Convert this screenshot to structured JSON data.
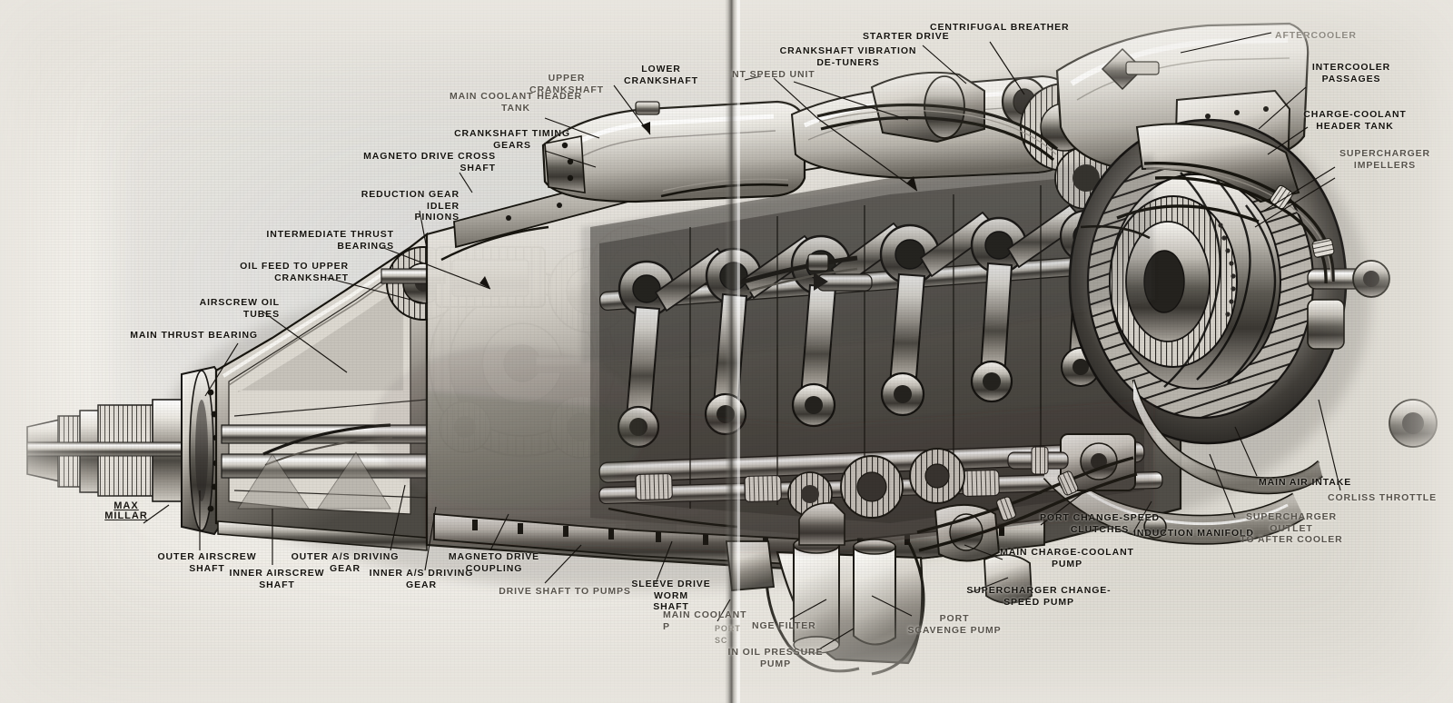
{
  "illustration": {
    "kind": "technical-cutaway",
    "subject": "24-cylinder H-form sleeve-valve aero engine cutaway",
    "artist_signature": "MAX\nMILLAR",
    "medium": "monochrome airbrush and ink cutaway drawing",
    "page_spread": "two-page scan with central gutter seam"
  },
  "callouts": {
    "top_left": [
      {
        "id": "upper-crankshaft",
        "text": "UPPER CRANKSHAFT"
      },
      {
        "id": "lower-crankshaft",
        "text": "LOWER CRANKSHAFT"
      },
      {
        "id": "main-coolant-header-tank",
        "text": "MAIN COOLANT HEADER\nTANK"
      },
      {
        "id": "crankshaft-timing-gears",
        "text": "CRANKSHAFT TIMING\nGEARS"
      },
      {
        "id": "magneto-drive-cross-shaft",
        "text": "MAGNETO DRIVE CROSS\nSHAFT"
      },
      {
        "id": "reduction-gear-idler-pinions",
        "text": "REDUCTION GEAR IDLER\nPINIONS"
      },
      {
        "id": "intermediate-thrust-bearings",
        "text": "INTERMEDIATE THRUST\nBEARINGS"
      },
      {
        "id": "oil-feed-to-upper-crankshaft",
        "text": "OIL FEED TO UPPER\nCRANKSHAFT"
      },
      {
        "id": "airscrew-oil-tubes",
        "text": "AIRSCREW OIL TUBES"
      },
      {
        "id": "main-thrust-bearing",
        "text": "MAIN THRUST BEARING"
      }
    ],
    "top_right": [
      {
        "id": "constant-speed-unit",
        "text": "NT SPEED UNIT"
      },
      {
        "id": "crankshaft-vibration-de-tuners",
        "text": "CRANKSHAFT VIBRATION\nDE-TUNERS"
      },
      {
        "id": "starter-drive",
        "text": "STARTER DRIVE"
      },
      {
        "id": "centrifugal-breather",
        "text": "CENTRIFUGAL BREATHER"
      },
      {
        "id": "aftercooler",
        "text": "AFTERCOOLER"
      },
      {
        "id": "intercooler-passages",
        "text": "INTERCOOLER\nPASSAGES"
      },
      {
        "id": "charge-coolant-header-tank",
        "text": "CHARGE-COOLANT\nHEADER TANK"
      },
      {
        "id": "supercharger-impellers",
        "text": "SUPERCHARGER\nIMPELLERS"
      }
    ],
    "bottom_left": [
      {
        "id": "outer-airscrew-shaft",
        "text": "OUTER AIRSCREW SHAFT"
      },
      {
        "id": "inner-airscrew-shaft",
        "text": "INNER AIRSCREW SHAFT"
      },
      {
        "id": "outer-as-driving-gear",
        "text": "OUTER A/S DRIVING GEAR"
      },
      {
        "id": "inner-as-driving-gear",
        "text": "INNER A/S DRIVING GEAR"
      },
      {
        "id": "magneto-drive-coupling",
        "text": "MAGNETO DRIVE COUPLING"
      },
      {
        "id": "drive-shaft-to-pumps",
        "text": "DRIVE SHAFT TO PUMPS"
      },
      {
        "id": "sleeve-drive-worm-shaft",
        "text": "SLEEVE DRIVE WORM\nSHAFT"
      },
      {
        "id": "main-coolant-pump",
        "text": "MAIN COOLANT P"
      },
      {
        "id": "port-scavenge-filter",
        "text": "PORT SC"
      },
      {
        "id": "port-scavenge-filter-2",
        "text": "NGE FILTER"
      },
      {
        "id": "main-oil-pressure-pump",
        "text": "IN OIL PRESSURE\nPUMP"
      },
      {
        "id": "port-scavenge-pump",
        "text": "PORT\nSCAVENGE PUMP"
      }
    ],
    "bottom_right": [
      {
        "id": "port-change-speed-clutches",
        "text": "PORT CHANGE-SPEED\nCLUTCHES"
      },
      {
        "id": "main-charge-coolant-pump",
        "text": "MAIN CHARGE-COOLANT\nPUMP"
      },
      {
        "id": "supercharger-change-speed-pump",
        "text": "SUPERCHARGER CHANGE-\nSPEED PUMP"
      },
      {
        "id": "induction-manifold",
        "text": "INDUCTION MANIFOLD"
      },
      {
        "id": "supercharger-outlet-to-after-cooler",
        "text": "SUPERCHARGER OUTLET\nTO AFTER COOLER"
      },
      {
        "id": "main-air-intake",
        "text": "MAIN AIR INTAKE"
      },
      {
        "id": "corliss-throttle",
        "text": "CORLISS THROTTLE"
      }
    ]
  },
  "colors": {
    "paper": "#efece6",
    "paper_highlight": "#ffffff",
    "ink": "#15130f",
    "ink_mid": "#57534c",
    "ink_faint": "#8e8a82",
    "gutter_shadow": "#3a3834",
    "metal_dark": "#2b2824",
    "metal_mid": "#6e6a62",
    "metal_light": "#d8d4cb"
  }
}
